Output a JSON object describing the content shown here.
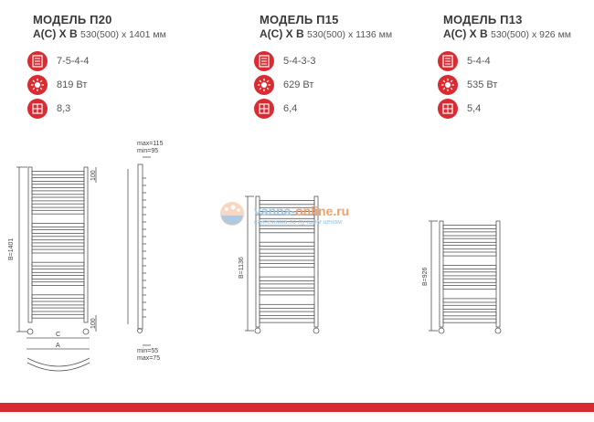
{
  "models": [
    {
      "title": "МОДЕЛЬ П20",
      "dims_label": "А(С) Х В",
      "dims_value": "530(500) х 1401 мм",
      "sections": "7-5-4-4",
      "power": "819 Вт",
      "weight": "8,3"
    },
    {
      "title": "МОДЕЛЬ П15",
      "dims_label": "А(С) Х В",
      "dims_value": "530(500) х 1136 мм",
      "sections": "5-4-3-3",
      "power": "629 Вт",
      "weight": "6,4"
    },
    {
      "title": "МОДЕЛЬ П13",
      "dims_label": "А(С) Х В",
      "dims_value": "530(500) х 926 мм",
      "sections": "5-4-4",
      "power": "535 Вт",
      "weight": "5,4"
    }
  ],
  "icons": {
    "sections": "sections-icon",
    "power": "sun-icon",
    "weight": "grid-weight-icon"
  },
  "drawings": {
    "p20_height": "B=1401",
    "p15_height": "B=1136",
    "p13_height": "B=926",
    "top_spacing": "100",
    "bottom_spacing": "100",
    "width_c": "C",
    "width_a": "A",
    "depth_max_top": "max=115",
    "depth_min_top": "min=95",
    "depth_min_bottom": "min=55",
    "depth_max_bottom": "max=75"
  },
  "watermark": {
    "domain_part1": "vanna-",
    "domain_part2": "online.ru",
    "slogan": "сантехника по лучшим ценам"
  },
  "colors": {
    "accent": "#d92b32",
    "bar": "#d62b2f",
    "line": "#555555"
  }
}
